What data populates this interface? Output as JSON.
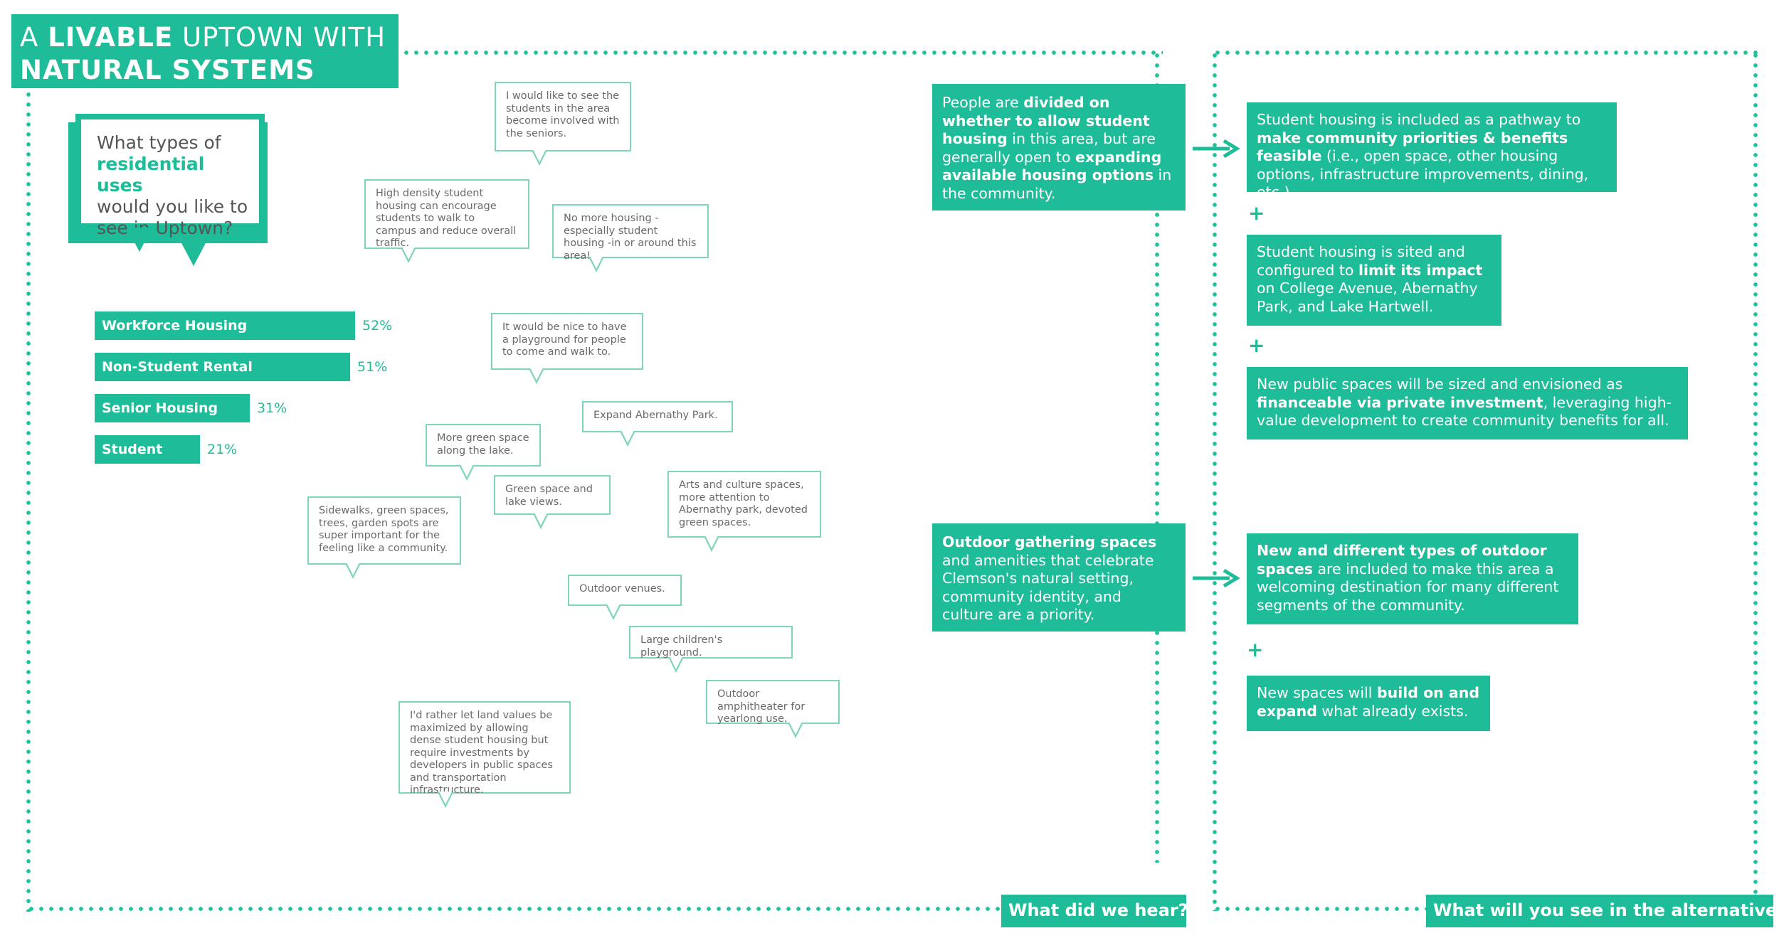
{
  "title": {
    "line1_pre": "A ",
    "line1_bold": "LIVABLE",
    "line1_post": " UPTOWN WITH",
    "line2_bold": "NATURAL SYSTEMS"
  },
  "question": {
    "pre": "What types of",
    "highlight": "residential uses",
    "post": "would you like to see in Uptown?"
  },
  "chart_data": {
    "type": "bar",
    "categories": [
      "Workforce Housing",
      "Non-Student Rental",
      "Senior Housing",
      "Student"
    ],
    "values": [
      52,
      51,
      31,
      21
    ],
    "value_labels": [
      "52%",
      "51%",
      "31%",
      "21%"
    ]
  },
  "comments": [
    "I would like to see the students in the area become involved with the seniors.",
    "High density student housing can encourage students to walk to campus and reduce overall traffic.",
    "No more housing - especially student housing -in or around this area!",
    "It would be nice to have a playground for people to come and walk to.",
    "Expand Abernathy Park.",
    "More green space along the lake.",
    "Green space and lake views.",
    "Arts and culture spaces, more attention to Abernathy park, devoted green spaces.",
    "Sidewalks, green spaces, trees, garden spots are super important for the feeling like a community.",
    "Outdoor venues.",
    "Large children's playground.",
    "Outdoor amphitheater for yearlong use.",
    "I'd rather let land values be maximized by allowing dense student housing but require investments by developers in public spaces and transportation infrastructure."
  ],
  "heard": {
    "housing": {
      "t1": "People are ",
      "b1": "divided on whether to allow student housing",
      "t2": " in this area, but are generally open to ",
      "b2": "expanding available housing options",
      "t3": " in the community."
    },
    "outdoor": {
      "b1": "Outdoor gathering spaces",
      "t1": " and amenities that celebrate Clemson's natural setting, community identity, and culture are a priority."
    }
  },
  "alternatives": {
    "a1": {
      "t1": "Student housing is included as a pathway to ",
      "b1": "make community priorities & benefits feasible",
      "t2": " (i.e., open space, other housing options, infrastructure improvements, dining, etc.)."
    },
    "a2": {
      "t1": "Student housing is sited and configured to ",
      "b1": "limit its impact",
      "t2": " on College Avenue, Abernathy Park, and Lake Hartwell."
    },
    "a3": {
      "t1": "New public spaces will be sized and envisioned as ",
      "b1": "financeable via private investment",
      "t2": ", leveraging high-value development to create community benefits for all."
    },
    "a4": {
      "b1": "New and different types of outdoor spaces",
      "t1": " are included to make this area a welcoming destination for many different segments of the community."
    },
    "a5": {
      "t1": "New spaces will ",
      "b1": "build on and expand",
      "t2": " what already exists."
    }
  },
  "plus_symbol": "+",
  "footer": {
    "heard_label": "What did we hear?",
    "alternatives_label": "What will you see in the alternatives?"
  },
  "colors": {
    "accent": "#1ebc98",
    "bubble_border": "#7fd4bd",
    "text": "#555555"
  }
}
